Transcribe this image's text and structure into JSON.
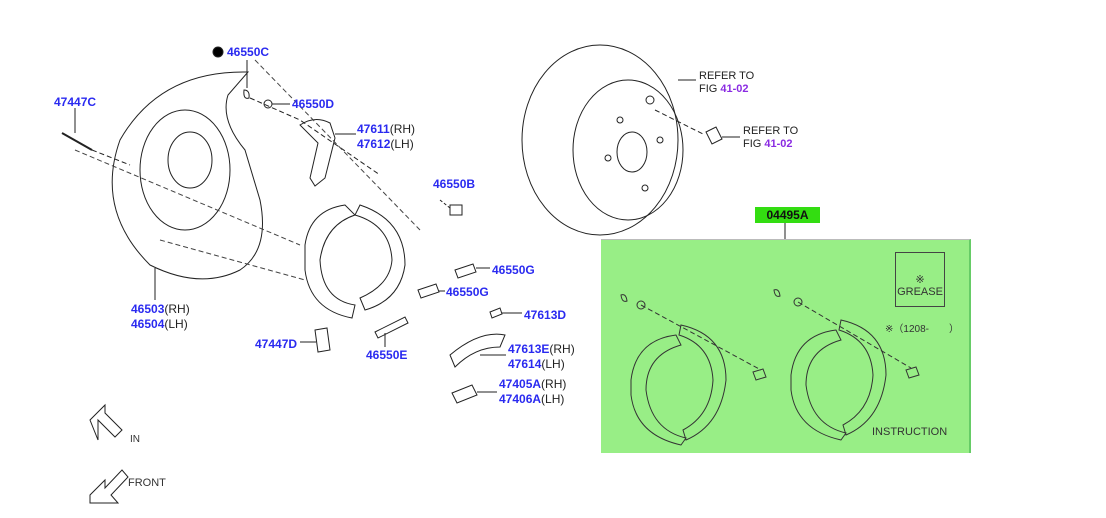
{
  "parts": {
    "p46550C": "46550C",
    "p47447C": "47447C",
    "p46550D": "46550D",
    "p47611": "47611",
    "p47612": "47612",
    "p46550B": "46550B",
    "p46550G_1": "46550G",
    "p46550G_2": "46550G",
    "p47613D": "47613D",
    "p47613E": "47613E",
    "p47614": "47614",
    "p47405A": "47405A",
    "p47406A": "47406A",
    "p47447D": "47447D",
    "p46550E": "46550E",
    "p46503": "46503",
    "p46504": "46504",
    "p04495A": "04495A"
  },
  "sides": {
    "rh": "(RH)",
    "lh": "(LH)"
  },
  "refs": [
    {
      "line1": "REFER TO",
      "prefix": "FIG",
      "fig": "41-02"
    },
    {
      "line1": "REFER TO",
      "prefix": "FIG",
      "fig": "41-02"
    }
  ],
  "kit": {
    "grease_mark": "※",
    "grease_label": "GREASE",
    "note": "※（1208-　　）",
    "instruction": "INSTRUCTION"
  },
  "directions": {
    "in": "IN",
    "front": "FRONT"
  },
  "colors": {
    "part_number": "#2a2af0",
    "kit_bg": "#98ee86",
    "kit_label_bg": "#33dd11",
    "fig_ref": "#8a2be2"
  }
}
